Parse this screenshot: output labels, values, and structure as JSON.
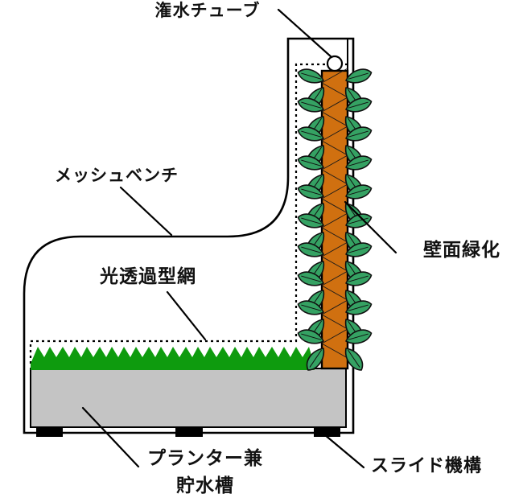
{
  "labels": {
    "irrigation_tube": "潅水チューブ",
    "mesh_bench": "メッシュベンチ",
    "light_net": "光透過型網",
    "wall_greening": "壁面緑化",
    "planter_line1": "プランター兼",
    "planter_line2": "貯水槽",
    "slide_mechanism": "スライド機構"
  },
  "colors": {
    "background": "#ffffff",
    "outline": "#000000",
    "column_orange": "#d07010",
    "leaf_green": "#35a263",
    "grass_green": "#0e9b0e",
    "planter_gray": "#c4c4c4",
    "foot_black": "#000000"
  }
}
